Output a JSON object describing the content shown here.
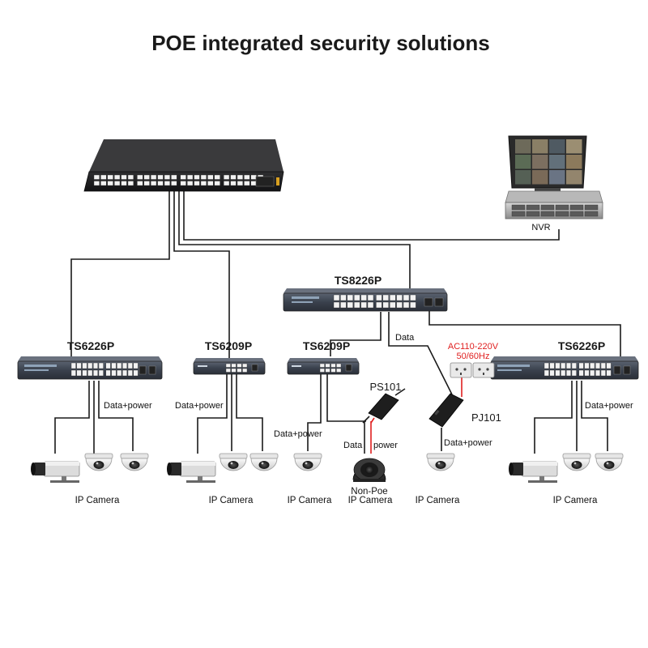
{
  "title": "POE integrated security solutions",
  "devices": {
    "core_switch": "",
    "nvr": "NVR",
    "ts8226p": "TS8226P",
    "ts6226p_left": "TS6226P",
    "ts6209p_a": "TS6209P",
    "ts6209p_b": "TS6209P",
    "ts6226p_right": "TS6226P",
    "ps101": "PS101",
    "pj101": "PJ101"
  },
  "labels": {
    "data_power_1": "Data+power",
    "data_power_2": "Data+power",
    "data_power_3": "Data+power",
    "data_power_4": "Data+power",
    "data_power_5": "Data+power",
    "data": "Data",
    "ps_data": "Data",
    "ps_power": "power",
    "ac_line1": "AC110-220V",
    "ac_line2": "50/60Hz",
    "non_poe": "Non-Poe"
  },
  "camera_labels": {
    "g1": "IP Camera",
    "g2": "IP Camera",
    "g3": "IP Camera",
    "g4": "IP Camera",
    "g5": "IP Camera",
    "g6": "IP Camera"
  },
  "colors": {
    "wire": "#1a1a1a",
    "power_wire": "#e02020",
    "switch_body": "#3c4350",
    "port": "#f2f2f2"
  }
}
